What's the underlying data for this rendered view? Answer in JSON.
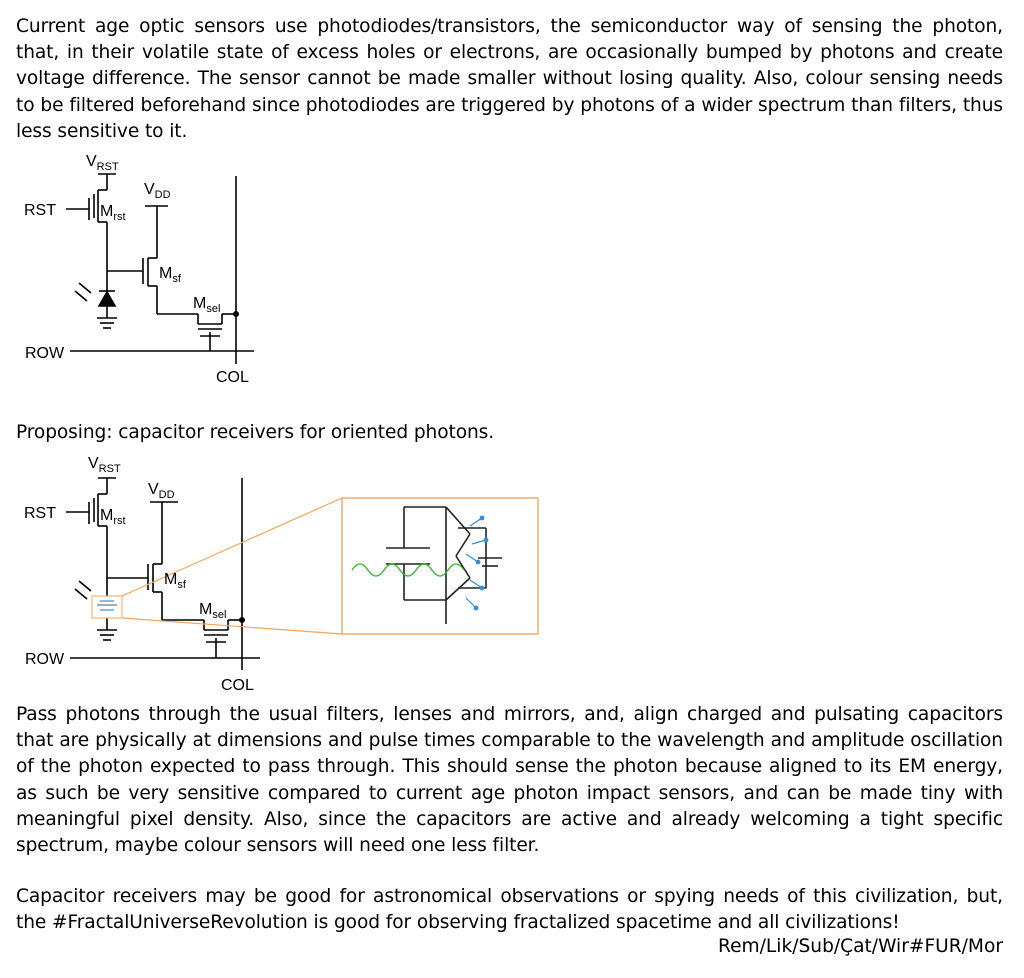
{
  "intro_paragraph": "Current age optic sensors use photodiodes/transistors, the semiconductor way of sensing the photon, that, in their volatile state of excess holes or electrons, are occasionally bumped by photons and create voltage difference. The sensor cannot be made smaller without losing quality. Also, colour sensing needs to be filtered beforehand since photodiodes are triggered by photons of a wider spectrum than filters, thus less sensitive to it.",
  "proposal_heading": "Proposing: capacitor receivers for oriented photons.",
  "explanation_paragraph": "Pass photons through the usual filters, lenses and mirrors, and, align charged and pulsating capacitors that are physically at dimensions and pulse times comparable to the wavelength and amplitude oscillation of the photon expected to pass through. This should sense the photon because aligned to its EM energy, as such be very sensitive compared to current age photon impact sensors, and can be made tiny with meaningful pixel density. Also, since the capacitors are active and already welcoming a tight specific spectrum, maybe colour sensors will need one less filter.",
  "closing_paragraph": "Capacitor receivers may be good for astronomical observations or spying needs of this civilization, but, the #FractalUniverseRevolution is good for observing fractalized spacetime and all civilizations!",
  "signature": "Rem/Lik/Sub/Çat/Wir#FUR/Mor",
  "circuit_labels": {
    "v": "V",
    "rst_sub": "RST",
    "dd_sub": "DD",
    "rst_input": "RST",
    "m": "M",
    "m_rst_sub": "rst",
    "m_sf_sub": "sf",
    "m_sel_sub": "sel",
    "row": "ROW",
    "col": "COL"
  },
  "colors": {
    "text": "#000000",
    "zoom_outline": "#f5a55a",
    "wave": "#2eb82e",
    "photon_arrows": "#2e8fe0",
    "inset_lines": "#222222"
  }
}
